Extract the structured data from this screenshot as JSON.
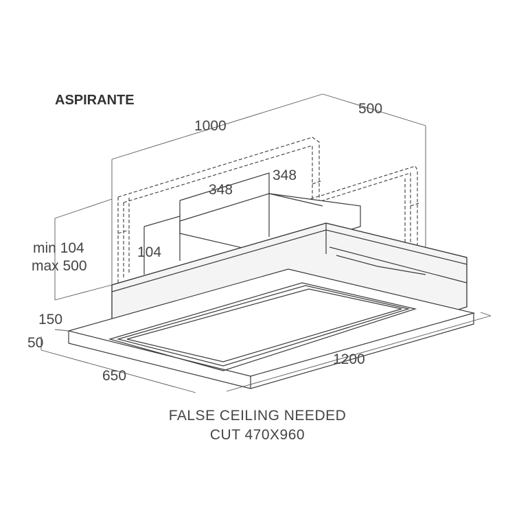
{
  "title": "ASPIRANTE",
  "dimensions": {
    "width_total": "1000",
    "depth_total": "500",
    "motor_width": "348",
    "motor_depth": "348",
    "motor_height": "104",
    "height_range_min": "min 104",
    "height_range_max": "max 500",
    "body_height": "150",
    "panel_height": "50",
    "panel_depth": "650",
    "panel_width": "1200"
  },
  "note": {
    "line1": "FALSE CEILING NEEDED",
    "line2": "CUT 470X960"
  }
}
